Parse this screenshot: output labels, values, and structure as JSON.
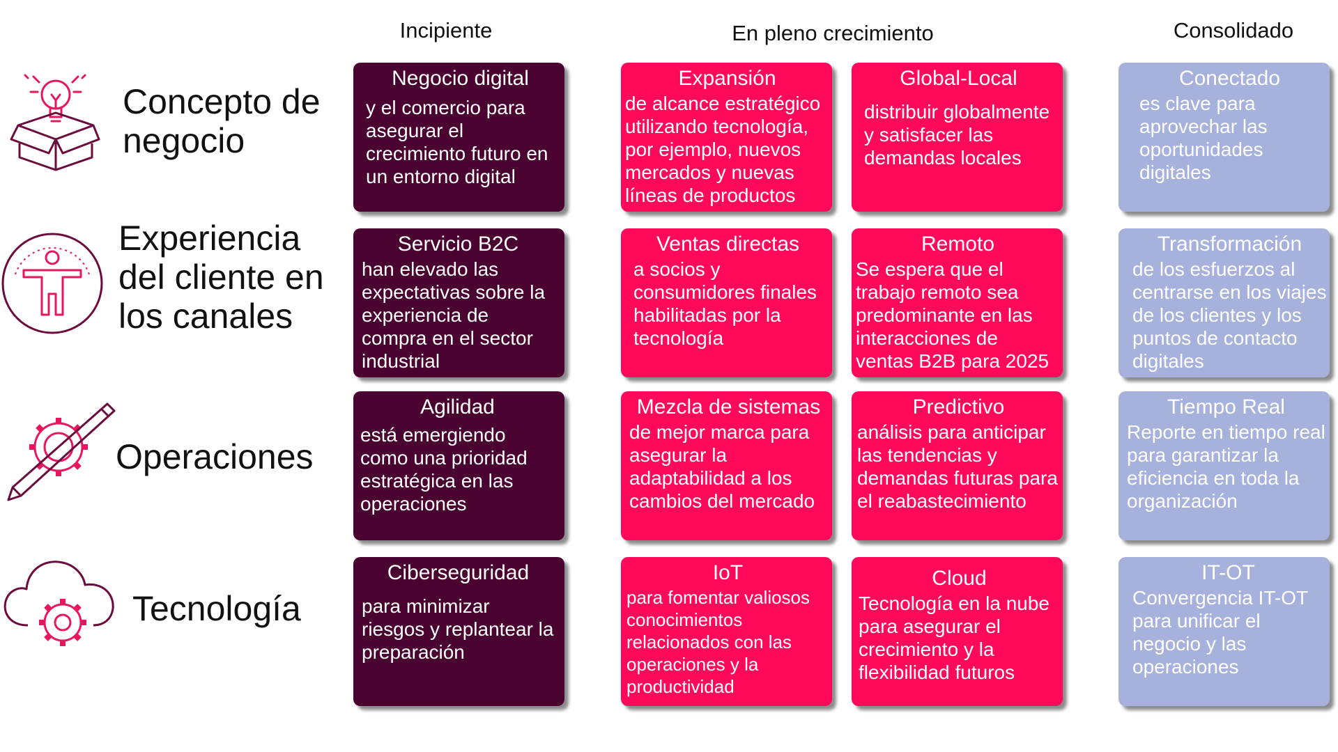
{
  "columns": {
    "incipiente": "Incipiente",
    "crecimiento": "En pleno crecimiento",
    "consolidado": "Consolidado"
  },
  "rows": {
    "negocio": "Concepto de negocio",
    "experiencia": "Experiencia del cliente en los canales",
    "operaciones": "Operaciones",
    "tecnologia": "Tecnología"
  },
  "icons": {
    "negocio": "lightbulb-box-icon",
    "experiencia": "person-circle-icon",
    "operaciones": "gear-pencil-icon",
    "tecnologia": "cloud-gear-icon"
  },
  "colors": {
    "incipiente": "#4a0330",
    "crecimiento": "#ff0a5a",
    "consolidado": "#a6b1dc",
    "icon": "#6b0a3c",
    "icon_accent": "#e8175d"
  },
  "cards": {
    "negocio_inc": {
      "title": "Negocio digital",
      "body": "y el comercio para asegurar el crecimiento futuro en un entorno digital"
    },
    "negocio_cre1": {
      "title": "Expansión",
      "body": "de alcance estratégico utilizando tecnología, por ejemplo, nuevos mercados y nuevas líneas de productos"
    },
    "negocio_cre2": {
      "title": "Global-Local",
      "body": "distribuir globalmente y satisfacer las demandas locales"
    },
    "negocio_con": {
      "title": "Conectado",
      "body": "es clave para aprovechar las oportunidades digitales"
    },
    "exp_inc": {
      "title": "Servicio B2C",
      "body": "han elevado las expectativas sobre la experiencia de compra en el sector industrial"
    },
    "exp_cre1": {
      "title": "Ventas directas",
      "body": "a socios y consumidores finales habilitadas por la tecnología"
    },
    "exp_cre2": {
      "title": "Remoto",
      "body": "Se espera que el trabajo remoto sea predominante en las interacciones de ventas B2B para 2025"
    },
    "exp_con": {
      "title": "Transformación",
      "body": "de los esfuerzos al centrarse en los viajes de los clientes y los puntos de contacto digitales"
    },
    "ope_inc": {
      "title": "Agilidad",
      "body": "está emergiendo como una prioridad estratégica en las operaciones"
    },
    "ope_cre1": {
      "title": "Mezcla de sistemas",
      "body": "de mejor marca para asegurar la adaptabilidad a los cambios del mercado"
    },
    "ope_cre2": {
      "title": "Predictivo",
      "body": "análisis para anticipar las tendencias y demandas futuras para el reabastecimiento"
    },
    "ope_con": {
      "title": "Tiempo Real",
      "body": "Reporte en tiempo real para garantizar la eficiencia en toda la organización"
    },
    "tec_inc": {
      "title": "Ciberseguridad",
      "body": "para minimizar riesgos y replantear la preparación"
    },
    "tec_cre1": {
      "title": "IoT",
      "body": "para fomentar valiosos conocimientos relacionados con las operaciones y la productividad"
    },
    "tec_cre2": {
      "title": "Cloud",
      "body": "Tecnología en la nube para asegurar el crecimiento y la flexibilidad futuros"
    },
    "tec_con": {
      "title": "IT-OT",
      "body": "Convergencia IT-OT para unificar el negocio y las operaciones"
    }
  }
}
